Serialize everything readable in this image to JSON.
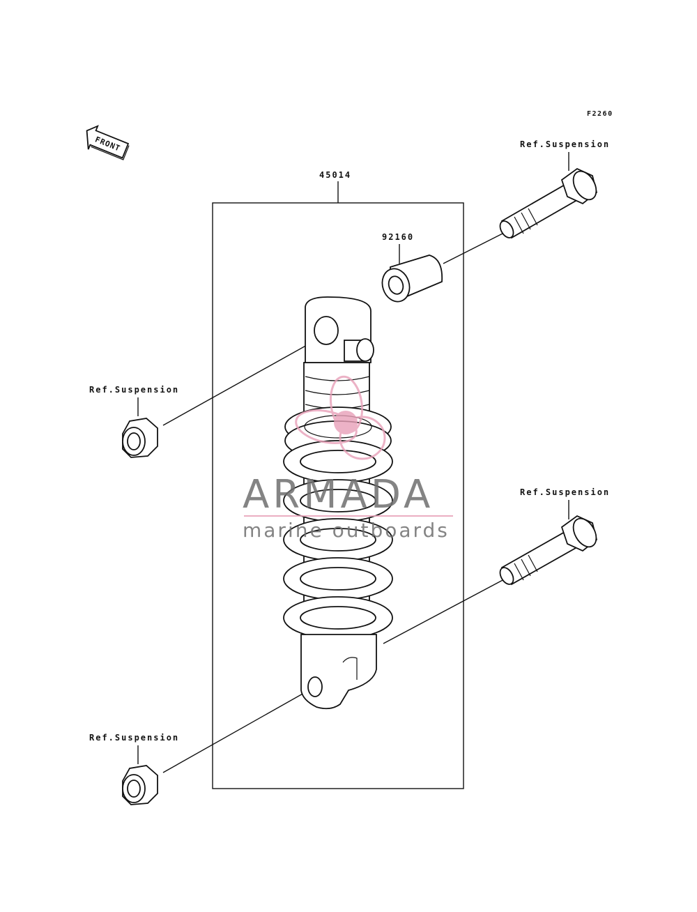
{
  "diagram": {
    "figure_code": "F2260",
    "front_label": "FRONT",
    "assembly_part": "45014",
    "collar_part": "92160",
    "ref_top_right": "Ref.Suspension",
    "ref_mid_left": "Ref.Suspension",
    "ref_mid_right": "Ref.Suspension",
    "ref_bottom_left": "Ref.Suspension"
  },
  "watermark": {
    "brand": "ARMADA",
    "tagline": "marine outboards",
    "text_color": "#6f6f6f",
    "accent_color": "#e8a0b8"
  }
}
